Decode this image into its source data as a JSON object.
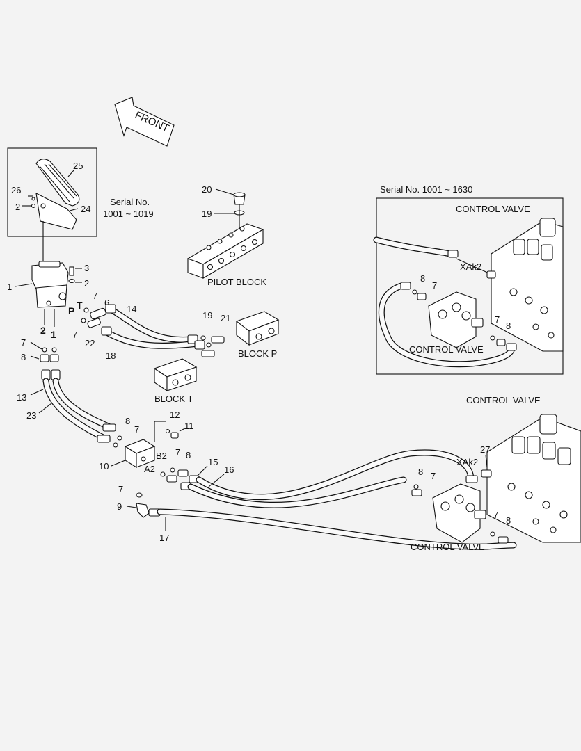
{
  "front_arrow": {
    "label": "FRONT"
  },
  "serial_left": {
    "line1": "Serial No.",
    "line2": "1001 ~ 1019"
  },
  "serial_right": {
    "text": "Serial No. 1001 ~ 1630"
  },
  "labels": {
    "pilot_block": "PILOT BLOCK",
    "block_p": "BLOCK P",
    "block_t": "BLOCK T",
    "control_valve": "CONTROL VALVE",
    "xak2": "XAk2",
    "a2": "A2",
    "b2": "B2",
    "port_p": "P",
    "port_t": "T"
  },
  "callouts": {
    "c1": "1",
    "c2": "2",
    "c3": "3",
    "c6": "6",
    "c7": "7",
    "c8": "8",
    "c9": "9",
    "c10": "10",
    "c11": "11",
    "c12": "12",
    "c13": "13",
    "c14": "14",
    "c15": "15",
    "c16": "16",
    "c17": "17",
    "c18": "18",
    "c19": "19",
    "c20": "20",
    "c21": "21",
    "c22": "22",
    "c23": "23",
    "c24": "24",
    "c25": "25",
    "c26": "26",
    "c27": "27"
  }
}
